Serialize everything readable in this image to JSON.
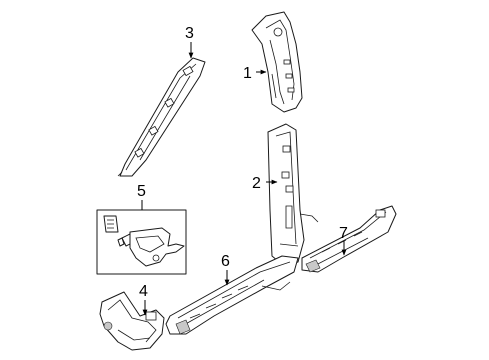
{
  "callouts": {
    "c1": "1",
    "c2": "2",
    "c3": "3",
    "c4": "4",
    "c5": "5",
    "c6": "6",
    "c7": "7"
  },
  "colors": {
    "line": "#1a1a1a",
    "background": "#ffffff",
    "shade": "#c8c8c8"
  }
}
